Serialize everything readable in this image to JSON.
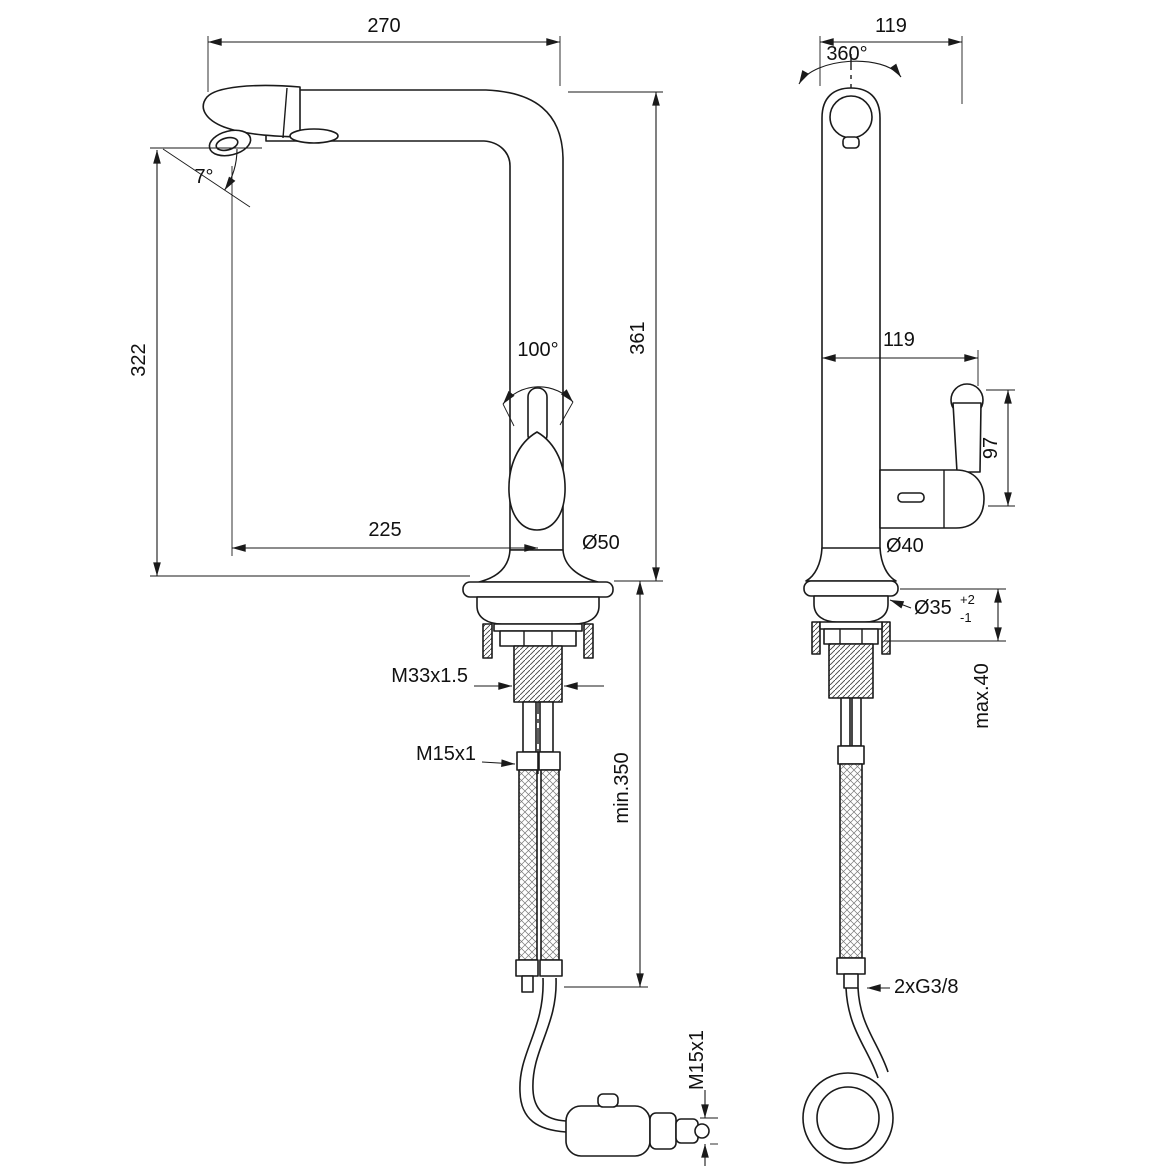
{
  "colors": {
    "line": "#1a1a1a",
    "background": "#ffffff"
  },
  "drawing": {
    "labels": {
      "spout_width": "270",
      "top_depth": "119",
      "swivel_angle": "360°",
      "spray_angle": "7°",
      "height_under_spout": "322",
      "total_height": "361",
      "handle_swing": "100°",
      "side_depth": "119",
      "handle_height": "97",
      "spout_reach": "225",
      "base_dia": "Ø50",
      "body_dia": "Ø40",
      "hole_dia": "Ø35",
      "hole_tol_plus": "+2",
      "hole_tol_minus": "-1",
      "deck_thickness": "max.40",
      "shank_thread": "M33x1.5",
      "hose_thread": "M15x1",
      "hose_length": "min.350",
      "supply_thread": "2xG3/8",
      "outlet_thread": "M15x1"
    }
  }
}
